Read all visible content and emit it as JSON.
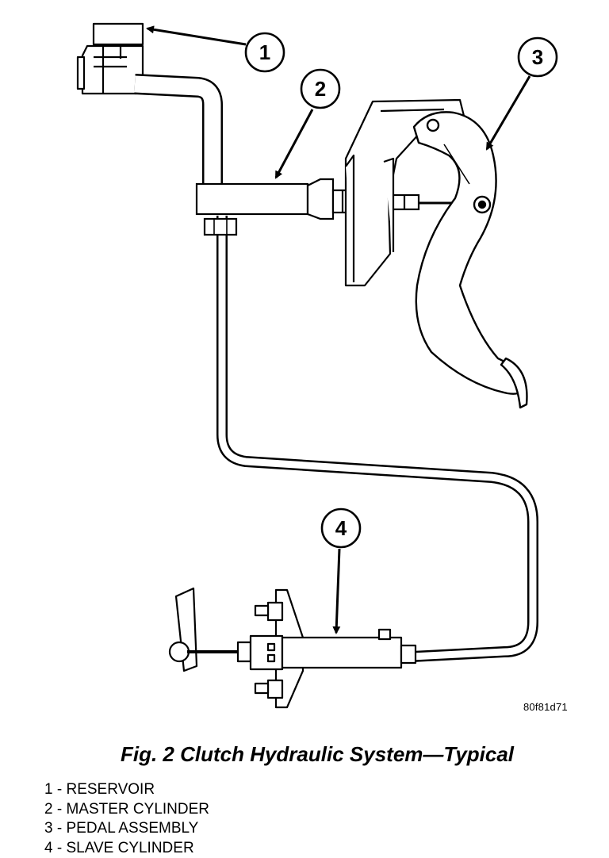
{
  "figure_code": "80f81d71",
  "caption": "Fig. 2 Clutch Hydraulic System—Typical",
  "callouts": [
    {
      "number": "1"
    },
    {
      "number": "2"
    },
    {
      "number": "3"
    },
    {
      "number": "4"
    }
  ],
  "legend": [
    {
      "number": "1",
      "label": "RESERVOIR"
    },
    {
      "number": "2",
      "label": "MASTER CYLINDER"
    },
    {
      "number": "3",
      "label": "PEDAL ASSEMBLY"
    },
    {
      "number": "4",
      "label": "SLAVE CYLINDER"
    }
  ]
}
